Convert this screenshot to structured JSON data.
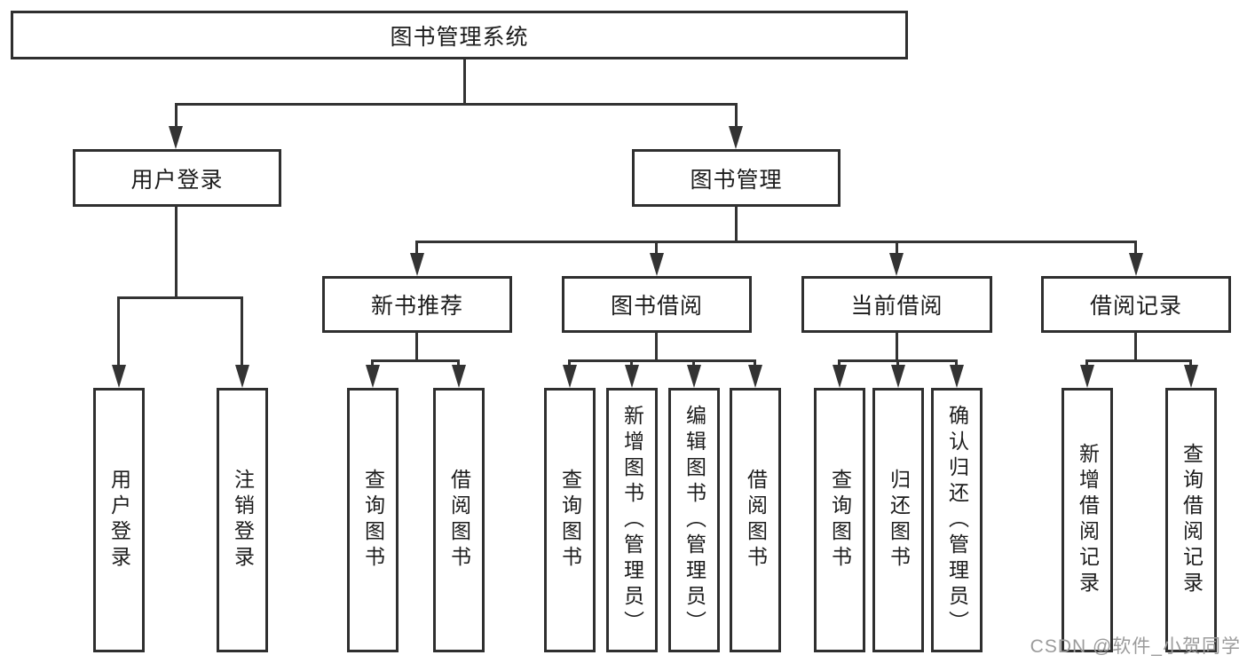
{
  "tree": {
    "root": {
      "label": "图书管理系统"
    },
    "level2": [
      {
        "label": "用户登录"
      },
      {
        "label": "图书管理"
      }
    ],
    "level3": [
      {
        "label": "新书推荐"
      },
      {
        "label": "图书借阅"
      },
      {
        "label": "当前借阅"
      },
      {
        "label": "借阅记录"
      }
    ],
    "leaves": {
      "user_login": [
        {
          "label": "用户登录"
        },
        {
          "label": "注销登录"
        }
      ],
      "new_book_recommend": [
        {
          "label": "查询图书"
        },
        {
          "label": "借阅图书"
        }
      ],
      "book_borrow": [
        {
          "label": "查询图书"
        },
        {
          "label": "新增图书（管理员）"
        },
        {
          "label": "编辑图书（管理员）"
        },
        {
          "label": "借阅图书"
        }
      ],
      "current_borrow": [
        {
          "label": "查询图书"
        },
        {
          "label": "归还图书"
        },
        {
          "label": "确认归还（管理员）"
        }
      ],
      "borrow_record": [
        {
          "label": "新增借阅记录"
        },
        {
          "label": "查询借阅记录"
        }
      ]
    }
  },
  "watermark": {
    "text": "CSDN @软件_小贺同学"
  },
  "colors": {
    "line": "#333333",
    "border": "#2f2f2f",
    "text": "#1c1c1c",
    "watermark": "#9b9b9b",
    "background": "#ffffff"
  }
}
